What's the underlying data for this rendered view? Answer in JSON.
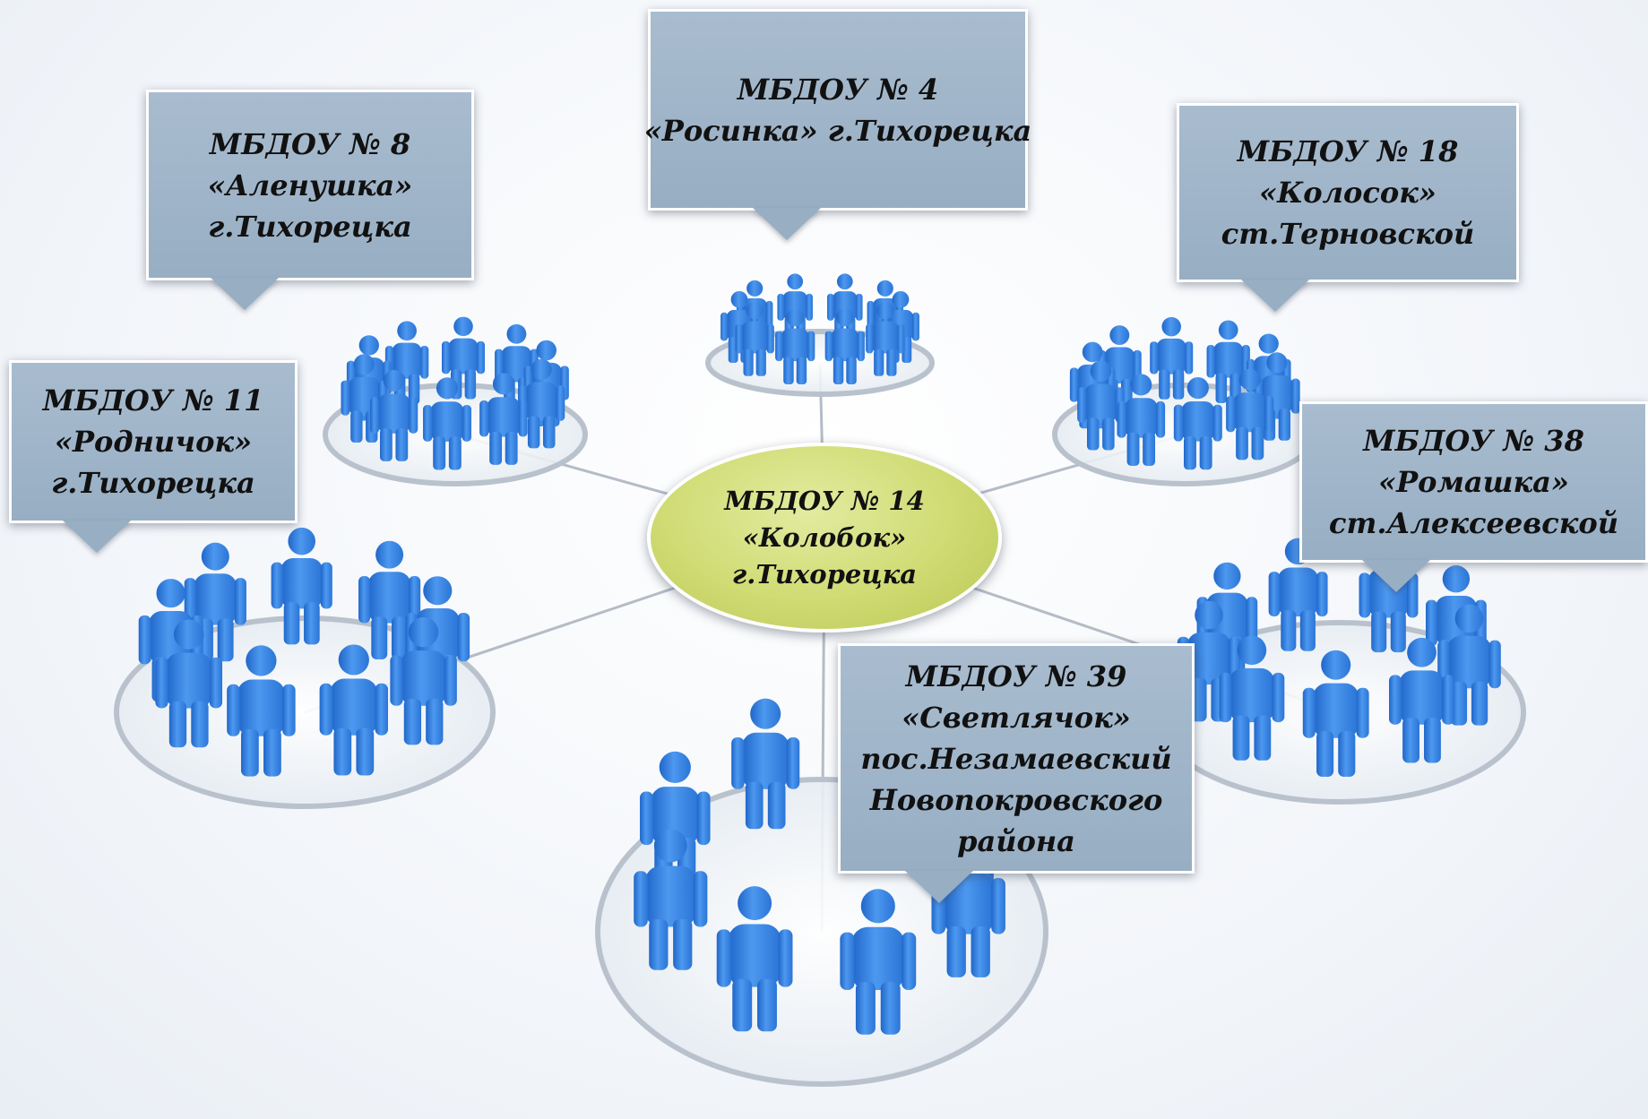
{
  "center": {
    "lines": [
      "МБДОУ № 14",
      "«Колобок»",
      "г.Тихорецка"
    ],
    "fill": "#cfdb72"
  },
  "nodes": [
    {
      "id": "mbdou-4",
      "lines": [
        "МБДОУ № 4",
        "«Росинка» г.Тихорецка"
      ]
    },
    {
      "id": "mbdou-8",
      "lines": [
        "МБДОУ  № 8",
        "«Аленушка»",
        "г.Тихорецка"
      ]
    },
    {
      "id": "mbdou-18",
      "lines": [
        "МБДОУ № 18",
        "«Колосок»",
        "ст.Терновской"
      ]
    },
    {
      "id": "mbdou-11",
      "lines": [
        "МБДОУ № 11",
        "«Родничок»",
        "г.Тихорецка"
      ]
    },
    {
      "id": "mbdou-38",
      "lines": [
        "МБДОУ № 38",
        "«Ромашка»",
        "ст.Алексеевской"
      ]
    },
    {
      "id": "mbdou-39",
      "lines": [
        "МБДОУ № 39",
        "«Светлячок»",
        "пос.Незамаевский",
        "Новопокровского",
        "района"
      ]
    }
  ],
  "colors": {
    "callout": "#a3b7cb",
    "figure": "#2f7fe0",
    "figure_highlight": "#5aa2f2",
    "ring": "#b9c2cc",
    "spoke": "#b4bcc6"
  },
  "icons": [
    "person-figure-icon"
  ]
}
